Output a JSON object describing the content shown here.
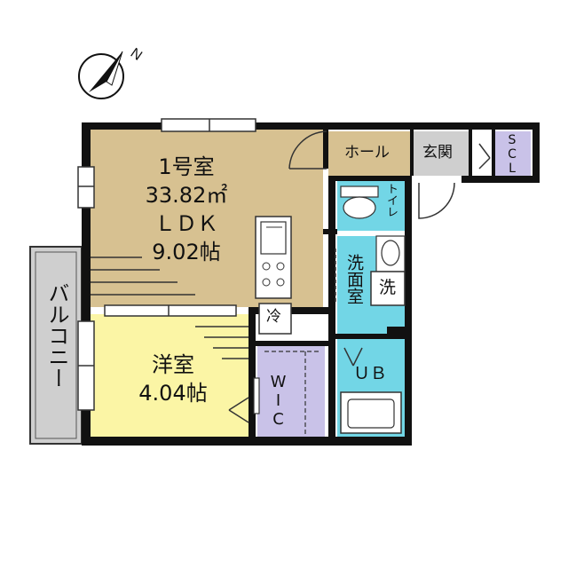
{
  "compass": {
    "north_label": "N"
  },
  "rooms": {
    "ldk": {
      "line1": "1号室",
      "line2": "33.82㎡",
      "line3": "ＬＤＫ",
      "line4": "9.02帖",
      "color": "#d7c191"
    },
    "western": {
      "line1": "洋室",
      "line2": "4.04帖",
      "color": "#fbf5a5"
    },
    "hall": {
      "label": "ホール",
      "color": "#d7c191"
    },
    "entrance": {
      "label": "玄関",
      "color": "#cfcfcf"
    },
    "scl": {
      "label": "SCL",
      "color": "#c9c2e8"
    },
    "toilet": {
      "label": "トイレ",
      "color": "#72d6e6"
    },
    "washroom": {
      "label": "洗面室",
      "color": "#72d6e6"
    },
    "washer": {
      "label": "洗"
    },
    "fridge": {
      "label": "冷"
    },
    "ub": {
      "label": "ＵＢ",
      "color": "#72d6e6"
    },
    "wic": {
      "label": "WIC",
      "color": "#c9c2e8"
    },
    "balcony": {
      "label": "バルコニー",
      "color": "#cfcfcf"
    }
  },
  "colors": {
    "wall": "#111111",
    "line": "#333333"
  }
}
